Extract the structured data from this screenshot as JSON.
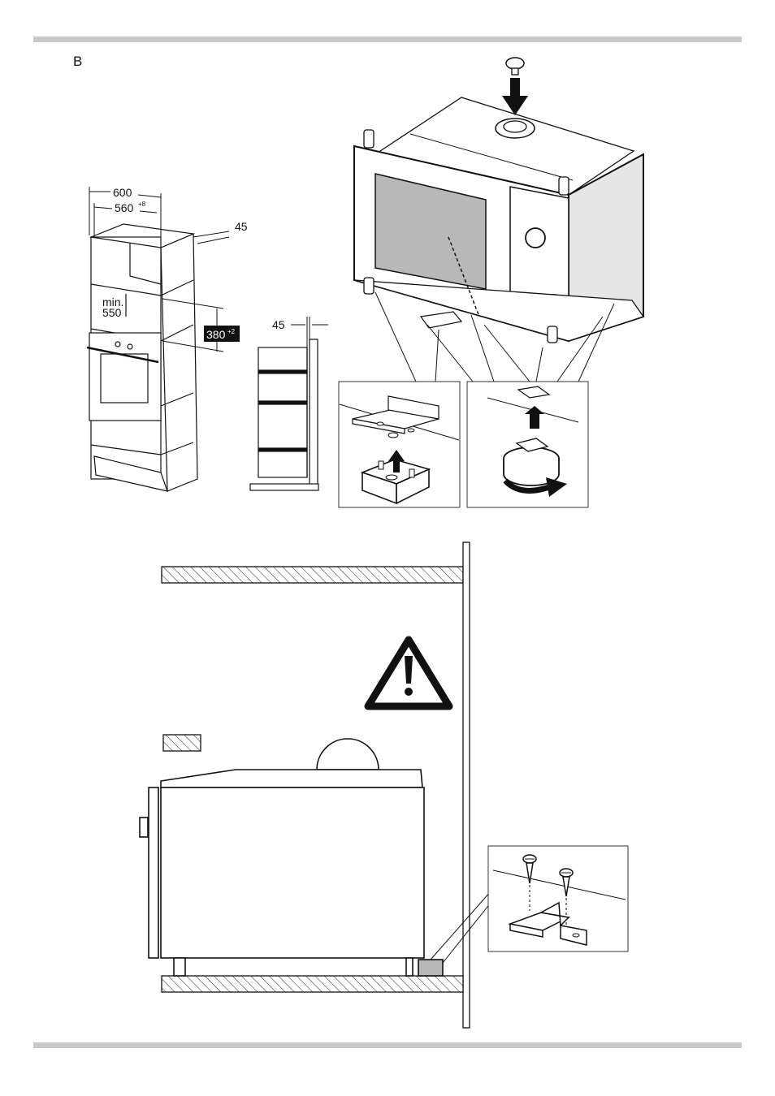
{
  "section": {
    "label": "B"
  },
  "dimensions": {
    "width_outer": "600",
    "width_inner": "560",
    "width_inner_tol": "+8",
    "depth_gap": "45",
    "min_label": "min.",
    "min_value": "550",
    "height": "380",
    "height_tol": "+2",
    "side_gap": "45"
  },
  "colors": {
    "rule": "#c8c8c8",
    "ink": "#111111",
    "window": "#b8b8b8",
    "panel": "#e6e6e6"
  },
  "icons": [
    "warning-triangle-icon",
    "screw-icon",
    "arrow-up-icon",
    "arrow-down-icon",
    "rotate-arrow-icon"
  ]
}
